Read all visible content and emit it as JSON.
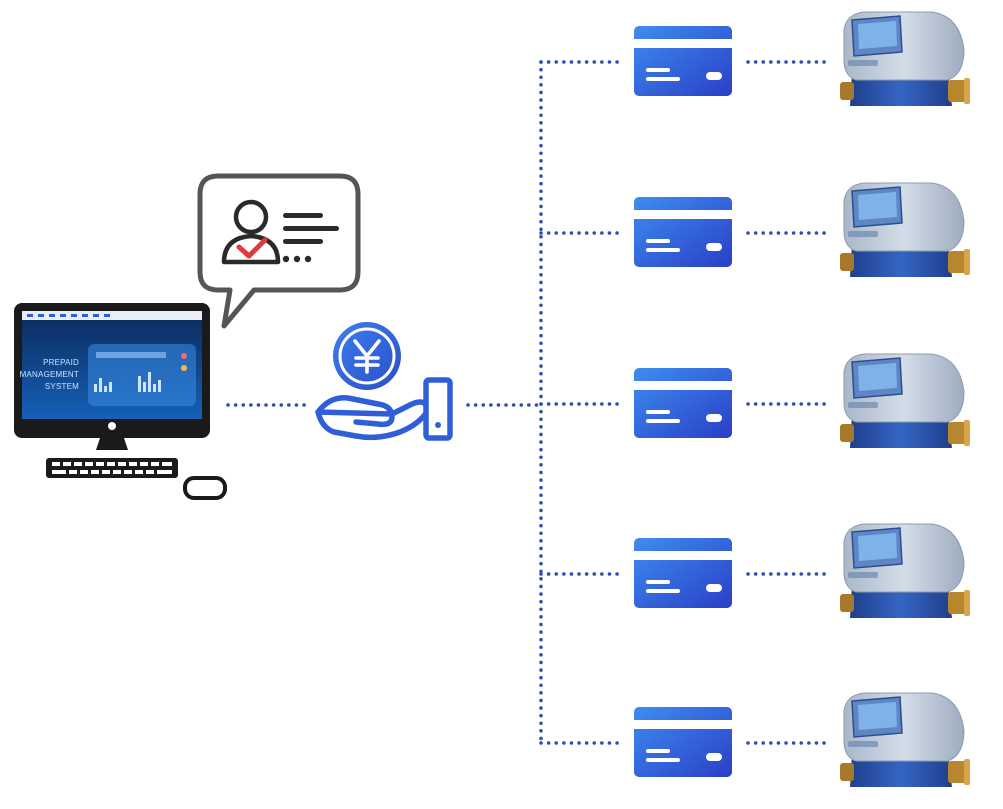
{
  "computer": {
    "screen_title_lines": [
      "PREPAID",
      "MANAGEMENT",
      "SYSTEM"
    ]
  },
  "icons": {
    "computer": "desktop-computer-icon",
    "verify": "user-verified-bubble-icon",
    "payment": "yen-coin-hand-icon",
    "card": "prepaid-card-icon",
    "meter": "smart-water-meter-icon"
  },
  "branches": 5,
  "colors": {
    "primary_blue": "#2f5fd8",
    "dark_outline": "#1c1c1c",
    "bubble_outline": "#555555",
    "check_red": "#e0393e",
    "dots": "#2d4fb0",
    "meter_body": "#b9c6d6",
    "meter_base": "#2b55a8",
    "brass": "#b8862f"
  }
}
